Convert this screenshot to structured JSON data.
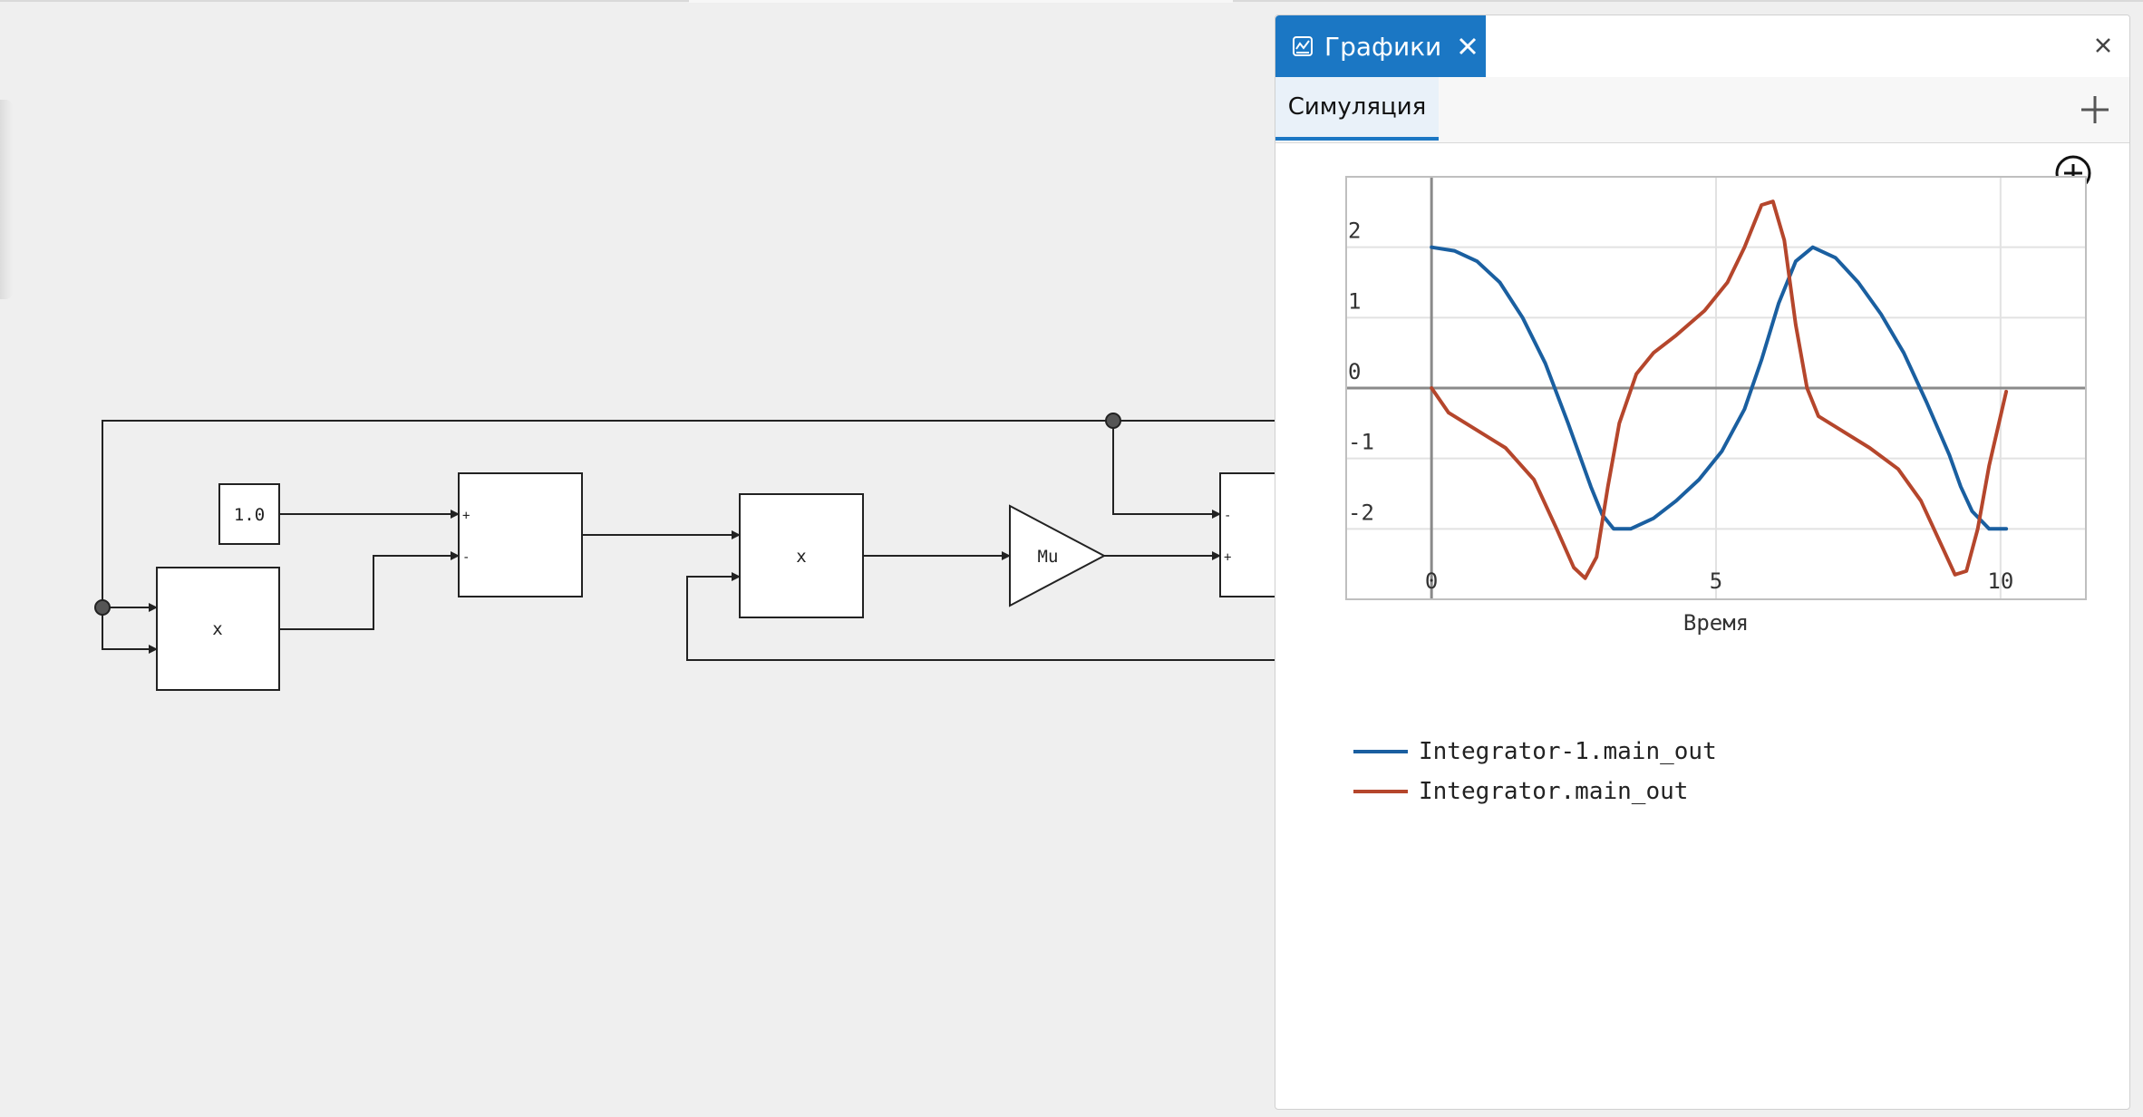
{
  "panel": {
    "tab_title": "Графики",
    "subtab_label": "Симуляция"
  },
  "diagram": {
    "blocks": {
      "const_label": "1.0",
      "mult1_label": "x",
      "mult2_label": "x",
      "gain_label": "Mu",
      "sum1_sign_top": "+",
      "sum1_sign_bottom": "-",
      "sum2_sign_top": "-",
      "sum2_sign_bottom": "+"
    }
  },
  "chart_data": {
    "type": "line",
    "xlabel": "Время",
    "ylabel": "",
    "xlim": [
      -1.5,
      11.5
    ],
    "ylim": [
      -3.0,
      3.0
    ],
    "xticks": [
      0,
      5,
      10
    ],
    "yticks": [
      2,
      1,
      0,
      -1,
      -2
    ],
    "grid": true,
    "legend_position": "bottom-left",
    "series": [
      {
        "name": "Integrator-1.main_out",
        "color": "#1a5fa0",
        "x": [
          0,
          0.4,
          0.8,
          1.2,
          1.6,
          2.0,
          2.4,
          2.8,
          3.0,
          3.2,
          3.5,
          3.9,
          4.3,
          4.7,
          5.1,
          5.5,
          5.8,
          6.1,
          6.4,
          6.7,
          7.1,
          7.5,
          7.9,
          8.3,
          8.7,
          9.1,
          9.3,
          9.5,
          9.8,
          10.1
        ],
        "y": [
          2.0,
          1.95,
          1.8,
          1.5,
          1.0,
          0.35,
          -0.5,
          -1.4,
          -1.8,
          -2.0,
          -2.0,
          -1.85,
          -1.6,
          -1.3,
          -0.9,
          -0.3,
          0.4,
          1.2,
          1.8,
          2.0,
          1.85,
          1.5,
          1.05,
          0.5,
          -0.2,
          -0.95,
          -1.4,
          -1.75,
          -2.0,
          -2.0
        ]
      },
      {
        "name": "Integrator.main_out",
        "color": "#b5462c",
        "x": [
          0,
          0.3,
          0.8,
          1.3,
          1.8,
          2.2,
          2.5,
          2.7,
          2.9,
          3.1,
          3.3,
          3.6,
          3.9,
          4.3,
          4.8,
          5.2,
          5.5,
          5.8,
          6.0,
          6.2,
          6.4,
          6.6,
          6.8,
          7.2,
          7.7,
          8.2,
          8.6,
          9.0,
          9.2,
          9.4,
          9.6,
          9.8,
          10.1
        ],
        "y": [
          0,
          -0.35,
          -0.6,
          -0.85,
          -1.3,
          -2.0,
          -2.55,
          -2.7,
          -2.4,
          -1.4,
          -0.5,
          0.2,
          0.5,
          0.75,
          1.1,
          1.5,
          2.0,
          2.6,
          2.65,
          2.1,
          0.9,
          0.0,
          -0.4,
          -0.6,
          -0.85,
          -1.15,
          -1.6,
          -2.3,
          -2.65,
          -2.6,
          -2.0,
          -1.1,
          -0.05
        ]
      }
    ]
  }
}
